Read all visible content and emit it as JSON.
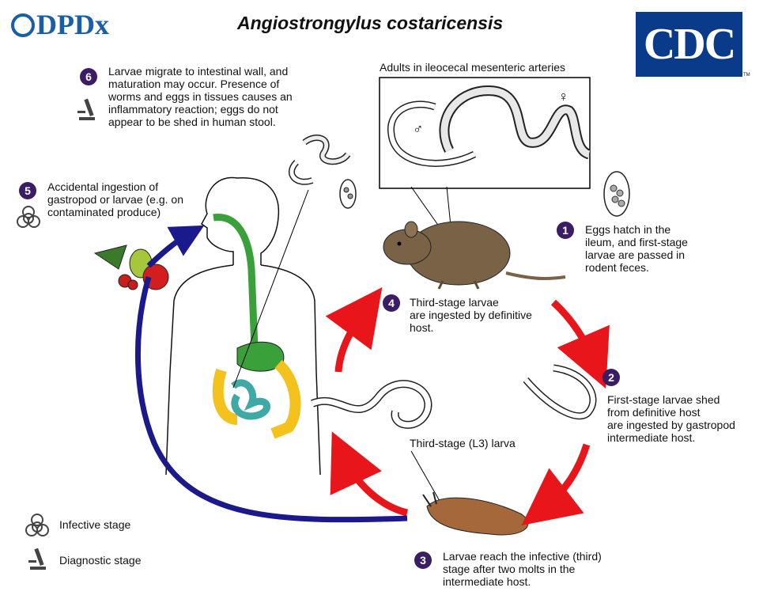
{
  "title": "Angiostrongylus costaricensis",
  "logos": {
    "dpdx": "DPDx",
    "cdc": "CDC",
    "cdc_tm": "TM"
  },
  "adults_label": "Adults in ileocecal mesenteric arteries",
  "sex_symbols": {
    "male": "♂",
    "female": "♀"
  },
  "steps": [
    {
      "num": "1",
      "lines": [
        "Eggs hatch in the",
        "ileum, and first-stage",
        "larvae are passed in",
        "rodent feces."
      ]
    },
    {
      "num": "2",
      "lines": [
        "First-stage larvae shed",
        "from definitive host",
        "are ingested by gastropod",
        "intermediate host."
      ]
    },
    {
      "num": "3",
      "lines": [
        "Larvae reach the infective (third)",
        "stage after two molts in the",
        "intermediate host."
      ]
    },
    {
      "num": "4",
      "lines": [
        "Third-stage larvae",
        "are ingested by definitive",
        "host."
      ]
    },
    {
      "num": "5",
      "lines": [
        "Accidental ingestion of",
        "gastropod or larvae (e.g. on",
        "contaminated produce)"
      ]
    },
    {
      "num": "6",
      "lines": [
        "Larvae migrate to intestinal wall, and",
        "maturation may occur. Presence of",
        "worms and eggs in tissues causes an",
        "inflammatory reaction; eggs do not",
        "appear to be shed in human stool."
      ]
    }
  ],
  "l3_label": "Third-stage (L3) larva",
  "legend": {
    "infective": "Infective stage",
    "diagnostic": "Diagnostic stage"
  },
  "colors": {
    "cycle_arrow": "#e8151b",
    "human_arrow": "#1a1a8c",
    "badge": "#3b1d63",
    "cdc_blue": "#0a3a8a",
    "gut_green": "#3aa13a",
    "colon_yellow": "#f4c21c",
    "small_intestine": "#3fa9a6"
  }
}
